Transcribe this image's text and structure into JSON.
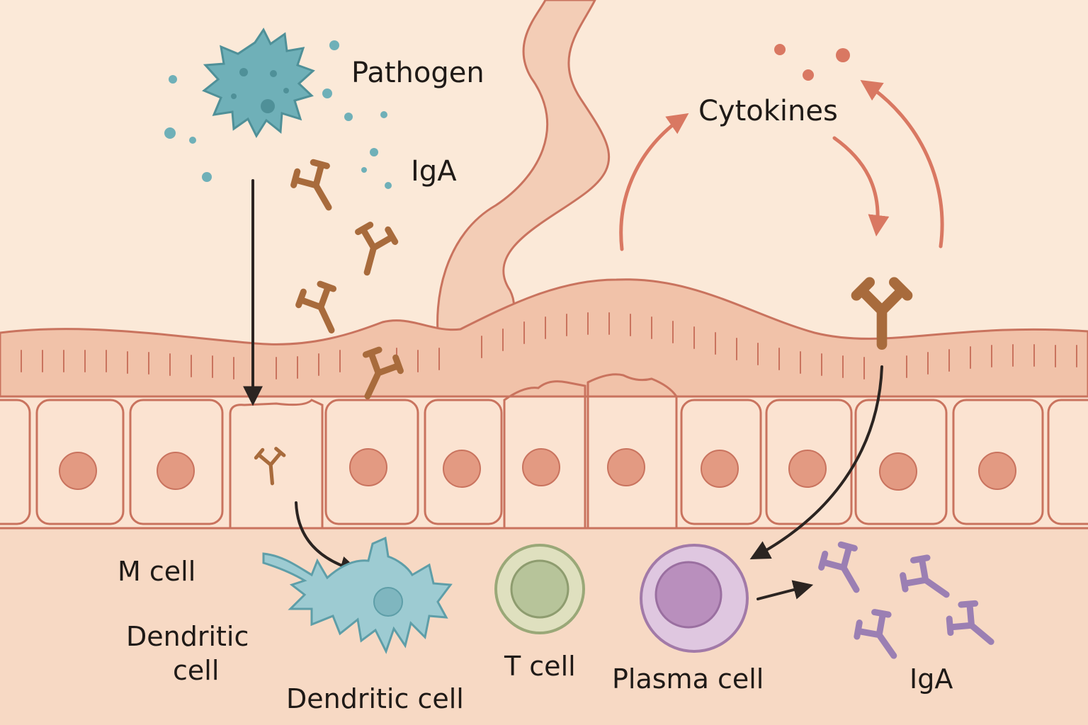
{
  "labels": {
    "pathogen": "Pathogen",
    "iga_top": "IgA",
    "cytokines": "Cytokines",
    "m_cell": "M cell",
    "dendritic_left_line1": "Dendritic",
    "dendritic_left_line2": "cell",
    "dendritic_cell": "Dendritic cell",
    "t_cell": "T cell",
    "plasma_cell": "Plasma cell",
    "iga_bottom": "IgA"
  },
  "colors": {
    "background": "#fbe9d8",
    "lamina": "#f7d9c4",
    "epithelium_fill": "#fbe3d1",
    "mucus": "#f0bfa6",
    "outline": "#c9735e",
    "nucleus": "#e39a82",
    "pathogen": "#6fb0b8",
    "antibody_brown": "#a86b3c",
    "dendritic": "#9dcbd2",
    "t_cell": "#b7c49a",
    "plasma_cell": "#c49bc6",
    "antibody_purple": "#9b7fb3",
    "cytokine": "#d97862",
    "arrow_dark": "#2b2421"
  },
  "icons": [
    "pathogen-icon",
    "antibody-icon",
    "dendritic-cell-icon",
    "t-cell-icon",
    "plasma-cell-icon",
    "cytokine-dot-icon"
  ]
}
